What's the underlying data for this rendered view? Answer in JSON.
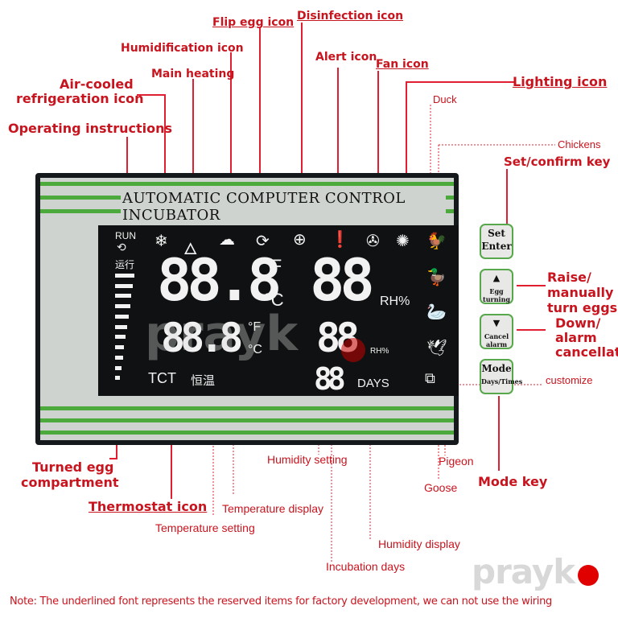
{
  "callouts": {
    "flip_egg_icon": "Flip egg icon",
    "disinfection_icon": "Disinfection icon",
    "humidification_icon": "Humidification icon",
    "alert_icon": "Alert icon",
    "fan_icon": "Fan icon",
    "main_heating": "Main heating",
    "lighting_icon": "Lighting icon",
    "air_cooled_line1": "Air-cooled",
    "air_cooled_line2": "refrigeration icon",
    "operating_instructions": "Operating instructions",
    "duck": "Duck",
    "chickens": "Chickens",
    "set_confirm_key": "Set/confirm key",
    "raise_line1": "Raise/",
    "raise_line2": "manually",
    "raise_line3": "turn eggs",
    "down_line1": "Down/",
    "down_line2": "alarm",
    "down_line3": "cancellation",
    "customize": "customize",
    "turned_egg_line1": "Turned egg",
    "turned_egg_line2": "compartment",
    "humidity_setting": "Humidity setting",
    "pigeon": "Pigeon",
    "goose": "Goose",
    "mode_key": "Mode key",
    "thermostat_icon": "Thermostat icon",
    "temperature_display": "Temperature display",
    "temperature_setting": "Temperature setting",
    "humidity_display": "Humidity display",
    "incubation_days": "Incubation days"
  },
  "panel": {
    "title": "AUTOMATIC COMPUTER CONTROL INCUBATOR",
    "lcd": {
      "run": "RUN",
      "run_cn": "运行",
      "temp_main": "88.8",
      "temp_f_unit": "°F",
      "temp_c_unit": "°C",
      "temp_set": "88.8",
      "temp_set_f_unit": "°F",
      "temp_set_c_unit": "°C",
      "hum_main": "88",
      "hum_main_unit": "RH%",
      "hum_set": "88",
      "hum_set_unit": "RH%",
      "days_val": "88",
      "days_unit": "DAYS",
      "tct": "TCT",
      "constant_cn": "恒温",
      "turn_progress_bars": 11
    },
    "keys": {
      "set_top": "Set",
      "set_bottom": "Enter",
      "up_arrow": "▲",
      "up_label": "Egg turning",
      "down_arrow": "▼",
      "down_label": "Cancel alarm",
      "mode_top": "Mode",
      "mode_bottom": "Days/Times"
    }
  },
  "watermark": {
    "text": "prayk",
    "dot_color": "#e00000"
  },
  "note": "Note: The underlined font represents the reserved items for factory development, we can not use the wiring",
  "colors": {
    "callout_red": "#c8141e",
    "stripe_green": "#4caa3c",
    "panel_gray": "#cfd3d0",
    "lcd_black": "#0f1112"
  }
}
